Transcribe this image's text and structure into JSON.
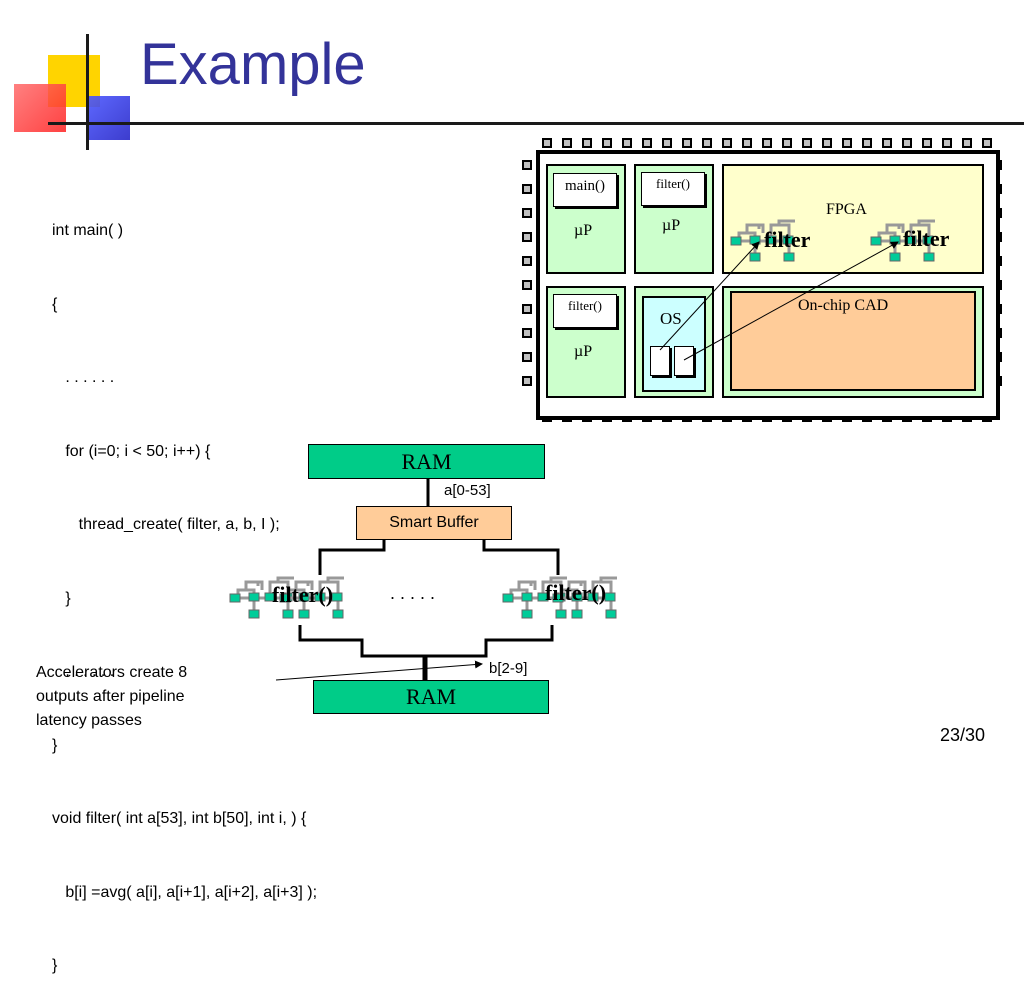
{
  "slide": {
    "title": "Example",
    "page_number": "23/30"
  },
  "code": {
    "lines": [
      "int main( )",
      "{",
      "   . . . . . .",
      "   for (i=0; i < 50; i++) {",
      "      thread_create( filter, a, b, I );",
      "   }",
      "   . . . . . .",
      "}",
      "void filter( int a[53], int b[50], int i, ) {",
      "   b[i] =avg( a[i], a[i+1], a[i+2], a[i+3] );",
      "}"
    ]
  },
  "chip": {
    "main_doc": "main()",
    "filter_doc_1": "filter()",
    "filter_doc_2": "filter()",
    "up_1": "µP",
    "up_2": "µP",
    "up_3": "µP",
    "os": "OS",
    "fpga": "FPGA",
    "filter_1": "filter",
    "filter_2": "filter",
    "cad": "On-chip CAD"
  },
  "pipeline": {
    "ram_top": "RAM",
    "input_label": "a[0-53]",
    "buffer": "Smart Buffer",
    "filter_left": "filter()",
    "filter_right": "filter()",
    "ellipsis": ". . . . .",
    "output_label": "b[2-9]",
    "ram_bottom": "RAM"
  },
  "caption": {
    "line1": "Accelerators create 8",
    "line2": "outputs after pipeline",
    "line3": "latency passes"
  },
  "colors": {
    "title": "#333399",
    "ram": "#00cc88",
    "buffer": "#ffcc99",
    "up_box": "#ccffcc",
    "os_box": "#ccffff",
    "fpga": "#ffffcc",
    "cad": "#ffcc99"
  }
}
